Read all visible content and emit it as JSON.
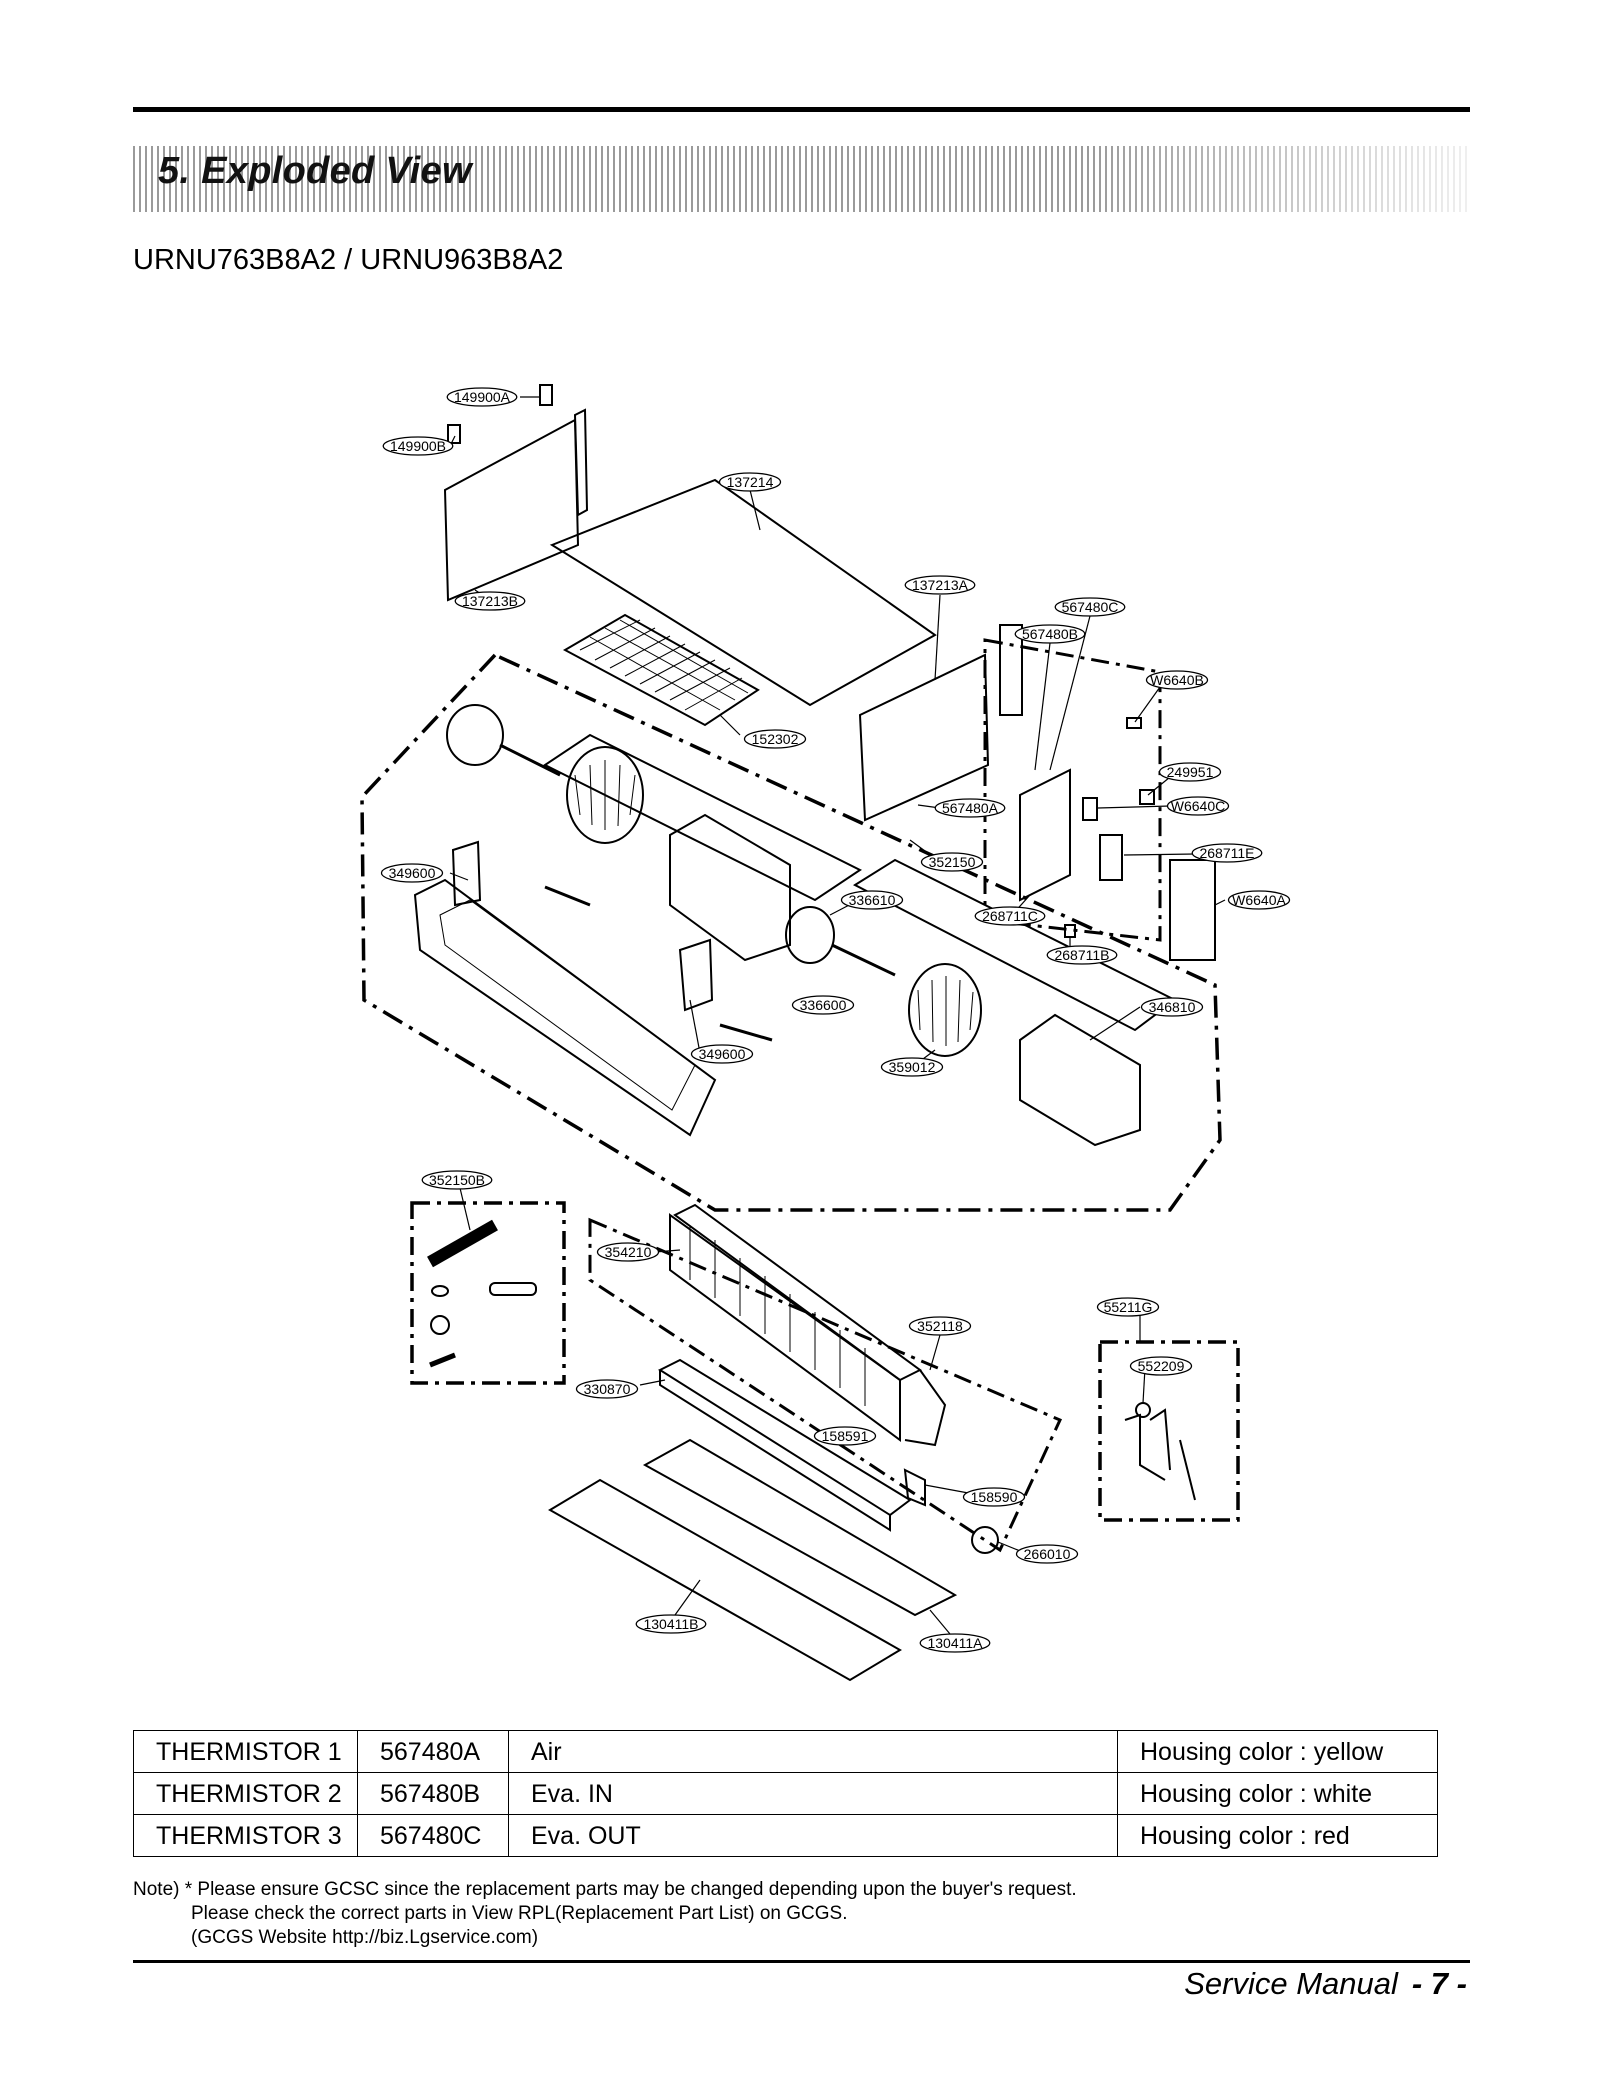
{
  "header": {
    "section_title": "5. Exploded View",
    "model": "URNU763B8A2 / URNU963B8A2"
  },
  "diagram": {
    "callouts": [
      "149900A",
      "149900B",
      "137214",
      "137213B",
      "137213A",
      "567480C",
      "567480B",
      "W6640B",
      "152302",
      "249951",
      "567480A",
      "W6640C",
      "352150",
      "268711E",
      "349600",
      "336610",
      "268711C",
      "W6640A",
      "268711B",
      "346810",
      "336600",
      "349600",
      "359012",
      "352150B",
      "354210",
      "55211G",
      "352118",
      "552209",
      "330870",
      "158591",
      "158590",
      "266010",
      "130411B",
      "130411A"
    ]
  },
  "thermistor_table": {
    "rows": [
      [
        "THERMISTOR 1",
        "567480A",
        "Air",
        "Housing color : yellow"
      ],
      [
        "THERMISTOR 2",
        "567480B",
        "Eva. IN",
        "Housing color : white"
      ],
      [
        "THERMISTOR 3",
        "567480C",
        "Eva. OUT",
        "Housing color : red"
      ]
    ]
  },
  "note": {
    "line1": "Note) * Please ensure GCSC since the replacement parts may be changed depending upon the buyer's request.",
    "line2": "Please check the correct parts in View RPL(Replacement Part List) on GCGS.",
    "line3": "(GCGS Website http://biz.Lgservice.com)"
  },
  "footer": {
    "manual_label": "Service Manual",
    "page_number": "- 7 -"
  }
}
